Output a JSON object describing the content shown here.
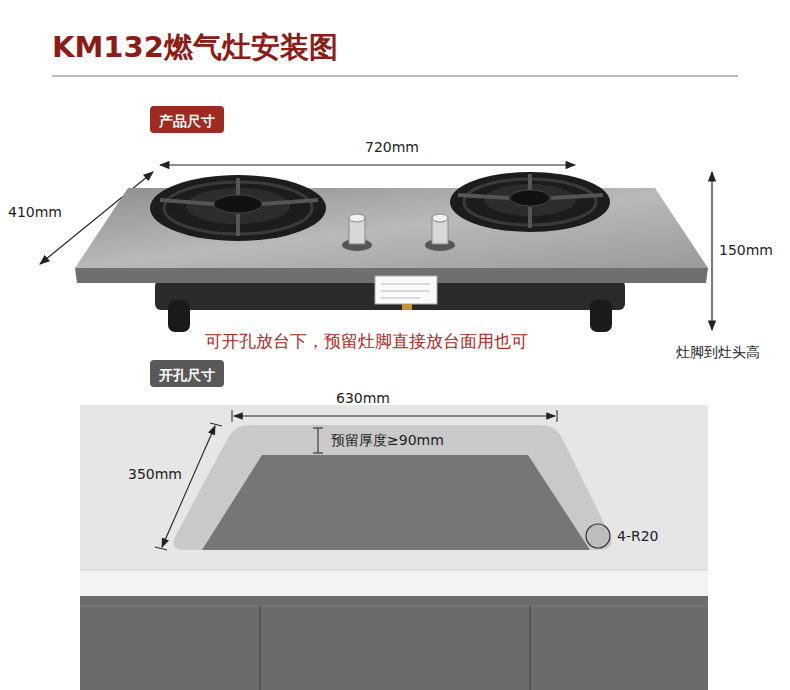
{
  "diagram": {
    "title": "KM132燃气灶安装图",
    "nodes": [
      {
        "text": [
          "产品尺寸"
        ]
      },
      {
        "text": [
          "开孔尺寸"
        ]
      }
    ],
    "labels": [
      "720mm",
      "410mm",
      "150mm",
      "灶脚到灶头高",
      "可开孔放台下，预留灶脚直接放台面用也可",
      "630mm",
      "预留厚度≥90mm",
      "350mm",
      "4-R20"
    ]
  }
}
